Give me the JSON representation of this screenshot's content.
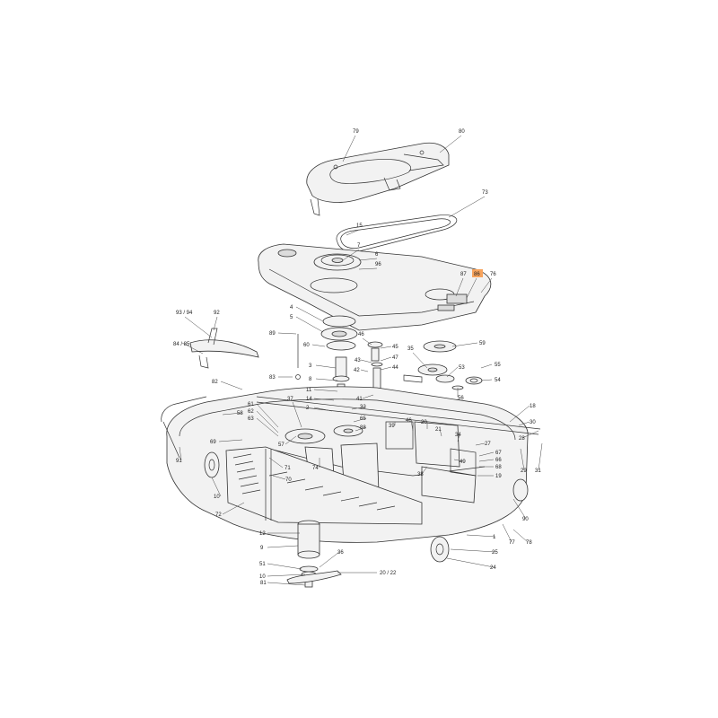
{
  "diagram": {
    "highlight_color": "#f7a35c",
    "highlighted_part": "86",
    "callouts": [
      {
        "id": "c79",
        "text": "79"
      },
      {
        "id": "c80",
        "text": "80"
      },
      {
        "id": "c73",
        "text": "73"
      },
      {
        "id": "c15",
        "text": "15"
      },
      {
        "id": "c7",
        "text": "7"
      },
      {
        "id": "c6",
        "text": "6"
      },
      {
        "id": "c96",
        "text": "96"
      },
      {
        "id": "c87",
        "text": "87"
      },
      {
        "id": "c86",
        "text": "86"
      },
      {
        "id": "c76",
        "text": "76"
      },
      {
        "id": "c4",
        "text": "4"
      },
      {
        "id": "c5",
        "text": "5"
      },
      {
        "id": "c60",
        "text": "60"
      },
      {
        "id": "c46",
        "text": "46"
      },
      {
        "id": "c45",
        "text": "45"
      },
      {
        "id": "c47",
        "text": "47"
      },
      {
        "id": "c43",
        "text": "43"
      },
      {
        "id": "c44",
        "text": "44"
      },
      {
        "id": "c35",
        "text": "35"
      },
      {
        "id": "c59",
        "text": "59"
      },
      {
        "id": "c53",
        "text": "53"
      },
      {
        "id": "c55",
        "text": "55"
      },
      {
        "id": "c54",
        "text": "54"
      },
      {
        "id": "c56",
        "text": "56"
      },
      {
        "id": "c9194",
        "text": "93 / 94"
      },
      {
        "id": "c92",
        "text": "92"
      },
      {
        "id": "c8485",
        "text": "84 / 85"
      },
      {
        "id": "c89",
        "text": "89"
      },
      {
        "id": "c83",
        "text": "83"
      },
      {
        "id": "c82",
        "text": "82"
      },
      {
        "id": "c3",
        "text": "3"
      },
      {
        "id": "c8",
        "text": "8"
      },
      {
        "id": "c42",
        "text": "42"
      },
      {
        "id": "c11",
        "text": "11"
      },
      {
        "id": "c14",
        "text": "14"
      },
      {
        "id": "c2",
        "text": "2"
      },
      {
        "id": "c41",
        "text": "41"
      },
      {
        "id": "c32",
        "text": "32"
      },
      {
        "id": "c65",
        "text": "65"
      },
      {
        "id": "c88",
        "text": "88"
      },
      {
        "id": "c37",
        "text": "37"
      },
      {
        "id": "c61",
        "text": "61"
      },
      {
        "id": "c62",
        "text": "62"
      },
      {
        "id": "c63",
        "text": "63"
      },
      {
        "id": "c58",
        "text": "58"
      },
      {
        "id": "c69",
        "text": "69"
      },
      {
        "id": "c57",
        "text": "57"
      },
      {
        "id": "c74",
        "text": "74"
      },
      {
        "id": "c39",
        "text": "39"
      },
      {
        "id": "c46b",
        "text": "46"
      },
      {
        "id": "c20",
        "text": "20"
      },
      {
        "id": "c21",
        "text": "21"
      },
      {
        "id": "c34",
        "text": "34"
      },
      {
        "id": "c27",
        "text": "27"
      },
      {
        "id": "c67",
        "text": "67"
      },
      {
        "id": "c66",
        "text": "66"
      },
      {
        "id": "c68",
        "text": "68"
      },
      {
        "id": "c19",
        "text": "19"
      },
      {
        "id": "c49",
        "text": "49"
      },
      {
        "id": "c38",
        "text": "38"
      },
      {
        "id": "c18",
        "text": "18"
      },
      {
        "id": "c30",
        "text": "30"
      },
      {
        "id": "c28",
        "text": "28"
      },
      {
        "id": "c29",
        "text": "29"
      },
      {
        "id": "c31",
        "text": "31"
      },
      {
        "id": "c91",
        "text": "91"
      },
      {
        "id": "c10",
        "text": "10"
      },
      {
        "id": "c71",
        "text": "71"
      },
      {
        "id": "c70",
        "text": "70"
      },
      {
        "id": "c72",
        "text": "72"
      },
      {
        "id": "c1",
        "text": "1"
      },
      {
        "id": "c90",
        "text": "90"
      },
      {
        "id": "c77",
        "text": "77"
      },
      {
        "id": "c78",
        "text": "78"
      },
      {
        "id": "c25",
        "text": "25"
      },
      {
        "id": "c24",
        "text": "24"
      },
      {
        "id": "c12",
        "text": "12"
      },
      {
        "id": "c9",
        "text": "9"
      },
      {
        "id": "c36",
        "text": "36"
      },
      {
        "id": "c51",
        "text": "51"
      },
      {
        "id": "c10b",
        "text": "10"
      },
      {
        "id": "c81",
        "text": "81"
      },
      {
        "id": "c2022",
        "text": "20 / 22"
      }
    ]
  }
}
